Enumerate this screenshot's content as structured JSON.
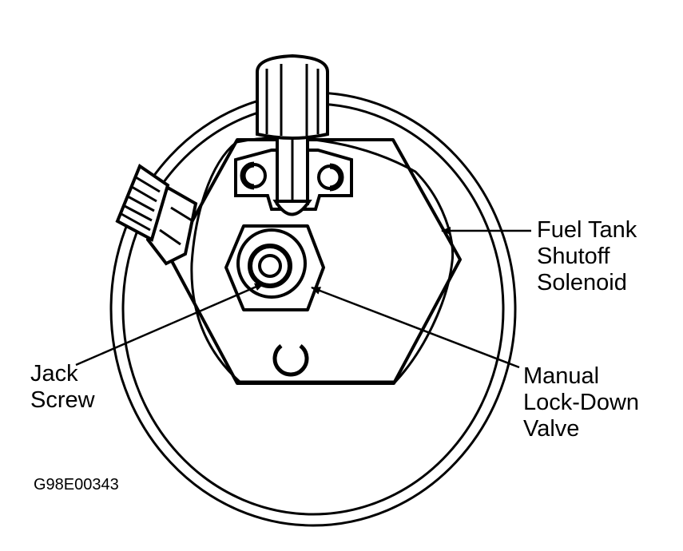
{
  "labels": {
    "fuel_tank_shutoff_solenoid": [
      "Fuel Tank",
      "Shutoff",
      "Solenoid"
    ],
    "jack_screw": [
      "Jack",
      "Screw"
    ],
    "manual_lock_down_valve": [
      "Manual",
      "Lock-Down",
      "Valve"
    ]
  },
  "figure_code": "G98E00343",
  "colors": {
    "ink": "#000000",
    "paper": "#ffffff"
  }
}
